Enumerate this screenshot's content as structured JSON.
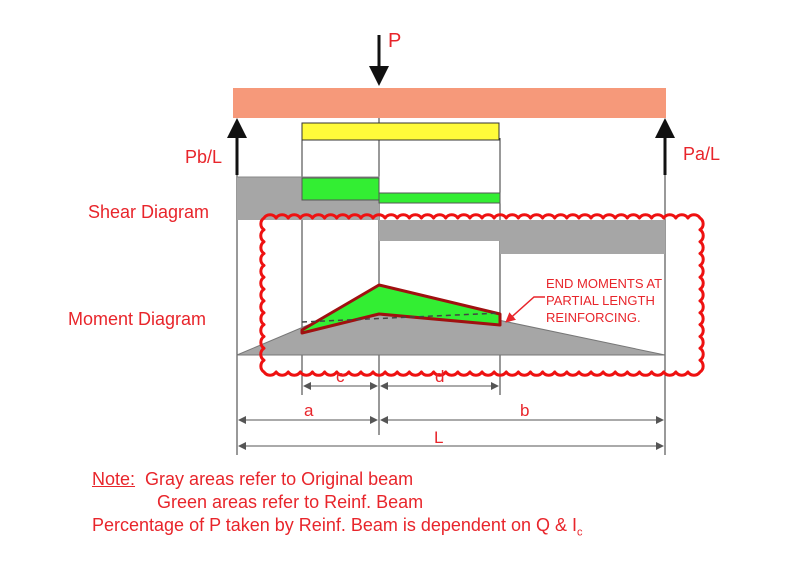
{
  "load": {
    "label": "P"
  },
  "reactions": {
    "left": "Pb/L",
    "right": "Pa/L"
  },
  "diagram_labels": {
    "shear": "Shear Diagram",
    "moment": "Moment Diagram"
  },
  "callout": {
    "lines": [
      "END MOMENTS AT",
      "PARTIAL LENGTH",
      "REINFORCING."
    ]
  },
  "dimensions": {
    "a": "a",
    "b": "b",
    "c": "c",
    "d": "d",
    "L": "L"
  },
  "notes": {
    "prefix": "Note:",
    "line1": "Gray areas refer to Original beam",
    "line2": "Green areas refer to Reinf. Beam",
    "line3_main": "Percentage of P taken by Reinf. Beam is dependent on Q & I",
    "line3_sub": "c"
  },
  "colors": {
    "beam": "#f6997a",
    "reinforcement": "#fffb3a",
    "original_gray": "#a6a6a6",
    "reinf_green": "#33ee33",
    "label_red": "#e8252b",
    "outline_darkred": "#a01010"
  }
}
